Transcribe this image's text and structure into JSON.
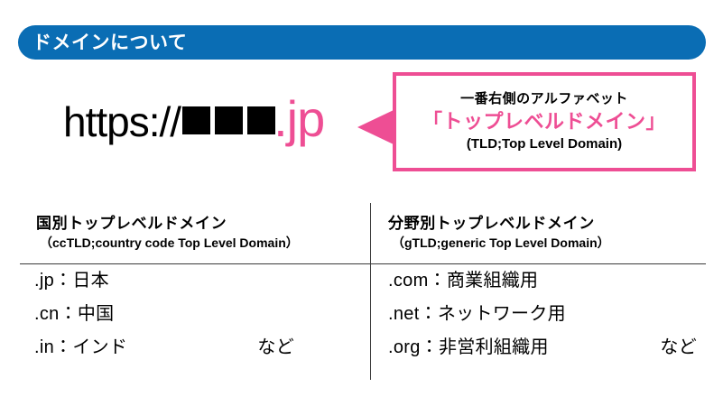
{
  "header": {
    "title": "ドメインについて",
    "bar_color": "#0a6db4",
    "text_color": "#ffffff"
  },
  "url_example": {
    "scheme": "https://",
    "masked_label": "masked-domain-squares",
    "mask_count": 3,
    "tld": ".jp",
    "tld_color": "#ee4e94",
    "scheme_color": "#000000"
  },
  "callout": {
    "arrow_name": "pink-left-arrow",
    "border_color": "#ee4e94",
    "line1": "一番右側のアルファベット",
    "line2": "「トップレベルドメイン」",
    "line2_color": "#ee4e94",
    "line3": "(TLD;Top Level Domain)"
  },
  "columns": [
    {
      "heading": "国別トップレベルドメイン",
      "subheading": "（ccTLD;country code Top Level Domain）",
      "entries": [
        {
          "text": ".jp：日本",
          "note": ""
        },
        {
          "text": ".cn：中国",
          "note": ""
        },
        {
          "text": ".in：インド",
          "note": "など"
        }
      ]
    },
    {
      "heading": "分野別トップレベルドメイン",
      "subheading": "（gTLD;generic Top Level Domain）",
      "entries": [
        {
          "text": ".com：商業組織用",
          "note": ""
        },
        {
          "text": ".net：ネットワーク用",
          "note": ""
        },
        {
          "text": ".org：非営利組織用",
          "note": "など"
        }
      ]
    }
  ],
  "dividers": {
    "color": "#3a3a3a"
  }
}
